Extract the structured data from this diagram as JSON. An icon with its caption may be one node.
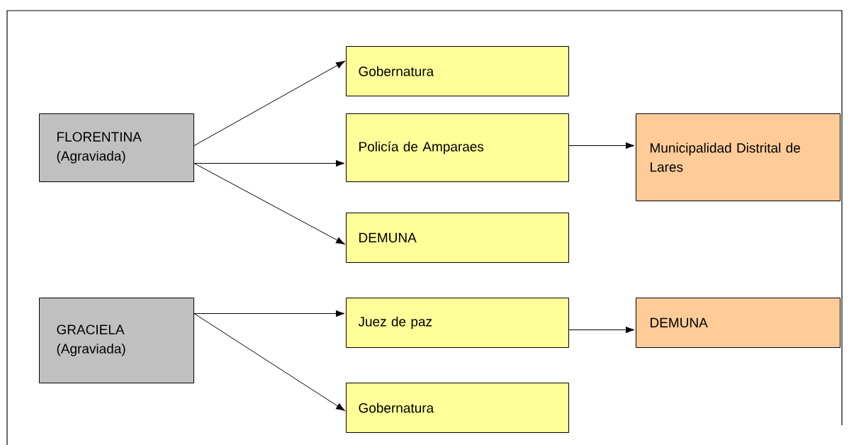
{
  "diagram": {
    "nodes": [
      {
        "text": [
          "FLORENTINA (Agraviada)"
        ]
      },
      {
        "text": [
          "Gobernatura"
        ]
      },
      {
        "text": [
          "Policía de Amparaes"
        ]
      },
      {
        "text": [
          "DEMUNA"
        ]
      },
      {
        "text": [
          "Municipalidad Distrital de Lares"
        ]
      },
      {
        "text": [
          "GRACIELA (Agraviada)"
        ]
      },
      {
        "text": [
          "Juez de paz"
        ]
      },
      {
        "text": [
          "DEMUNA"
        ]
      },
      {
        "text": [
          "Gobernatura"
        ]
      }
    ],
    "edges": [
      {
        "from": 0,
        "to": 1,
        "arrow": "to"
      },
      {
        "from": 0,
        "to": 2,
        "arrow": "to"
      },
      {
        "from": 0,
        "to": 3,
        "arrow": "to"
      },
      {
        "from": 2,
        "to": 4,
        "arrow": "to"
      },
      {
        "from": 5,
        "to": 6,
        "arrow": "to"
      },
      {
        "from": 5,
        "to": 8,
        "arrow": "to"
      },
      {
        "from": 6,
        "to": 7,
        "arrow": "to"
      }
    ]
  }
}
